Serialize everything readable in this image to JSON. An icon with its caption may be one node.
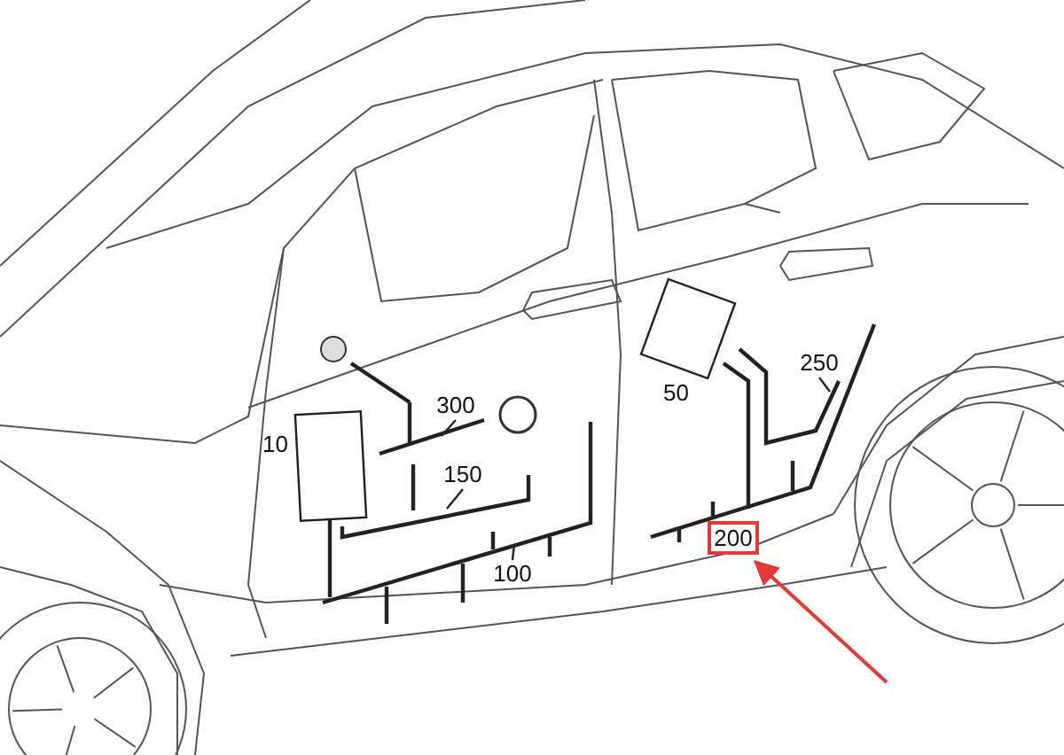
{
  "diagram": {
    "nodes": [
      {
        "text": [
          "300"
        ]
      },
      {
        "text": [
          "150"
        ]
      },
      {
        "text": [
          "100"
        ]
      },
      {
        "text": [
          "250"
        ]
      },
      {
        "text": [
          "200"
        ]
      }
    ],
    "edges": [
      {
        "from": 0,
        "to": null,
        "arrow": "none"
      },
      {
        "from": 1,
        "to": null,
        "arrow": "none"
      },
      {
        "from": 2,
        "to": null,
        "arrow": "none"
      },
      {
        "from": 3,
        "to": null,
        "arrow": "none"
      },
      {
        "from": null,
        "to": 4,
        "arrow": "to",
        "color": "#e53935"
      }
    ],
    "labels": [
      "10",
      "50"
    ]
  }
}
